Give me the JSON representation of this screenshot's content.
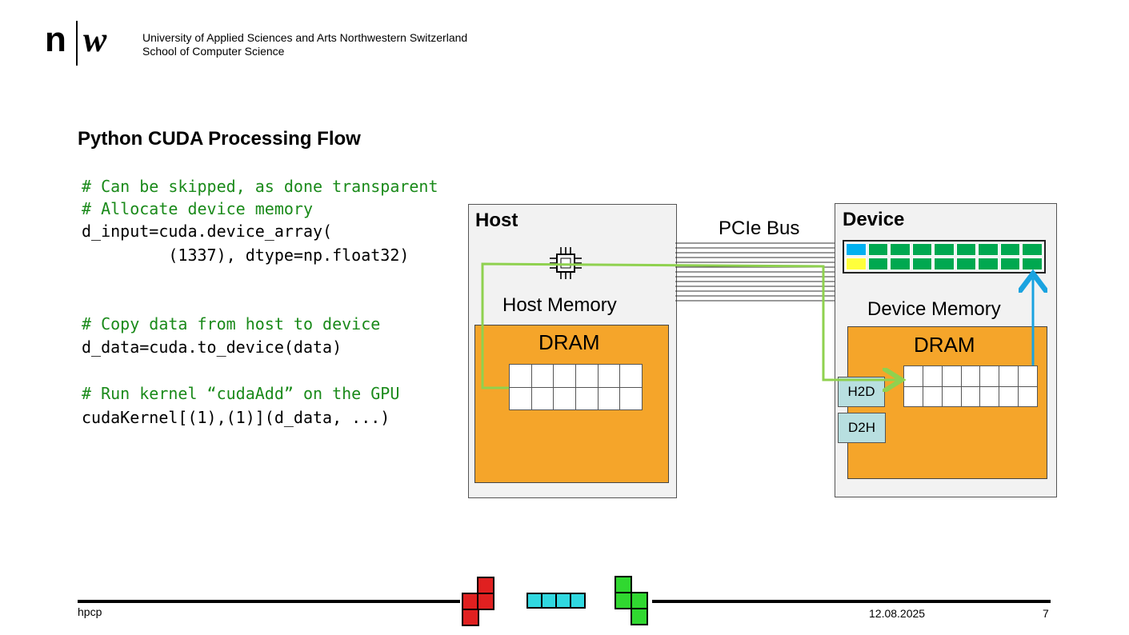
{
  "header": {
    "logo_n": "n",
    "logo_w": "w",
    "university": "University of Applied Sciences and Arts Northwestern Switzerland",
    "school": "School of Computer Science"
  },
  "slide": {
    "title": "Python CUDA Processing Flow"
  },
  "code": {
    "lines": [
      {
        "text": "# Can be skipped, as done transparent",
        "kind": "comment"
      },
      {
        "text": "# Allocate device memory",
        "kind": "comment"
      },
      {
        "text": "d_input=cuda.device_array(",
        "kind": "code"
      },
      {
        "text": "         (1337), dtype=np.float32)",
        "kind": "code"
      },
      {
        "text": "# Copy data from host to device",
        "kind": "comment"
      },
      {
        "text": "d_data=cuda.to_device(data)",
        "kind": "code"
      },
      {
        "text": "# Run kernel “cudaAdd” on the GPU",
        "kind": "comment"
      },
      {
        "text": "cudaKernel[(1),(1)](d_data, ...)",
        "kind": "code"
      }
    ]
  },
  "diagram": {
    "host": {
      "title": "Host",
      "memory_label": "Host Memory",
      "dram_label": "DRAM",
      "cpu_icon": "cpu-chip-icon"
    },
    "bus": {
      "label": "PCIe Bus"
    },
    "device": {
      "title": "Device",
      "memory_label": "Device Memory",
      "dram_label": "DRAM",
      "h2d": "H2D",
      "d2h": "D2H"
    },
    "colors": {
      "dram": "#f5a52a",
      "box_bg": "#f2f2f2",
      "path": "#8fd14f",
      "arrow": "#1aa3e0",
      "vram_cells": "#00a850",
      "vram_blue": "#00b0f0",
      "vram_yellow": "#ffff3c",
      "engine": "#b8dfe0"
    }
  },
  "footer": {
    "left": "hpcp",
    "date": "12.08.2025",
    "page": "7"
  }
}
